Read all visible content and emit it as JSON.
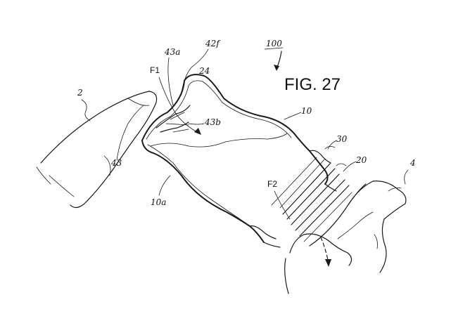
{
  "figure": {
    "title": "FIG. 27",
    "number": "100",
    "labels": {
      "hand": "2",
      "mouth": "4",
      "body": "10",
      "body_lower": "10a",
      "collar": "20",
      "collar_upper": "30",
      "rim": "24",
      "valve_tip": "42f",
      "valve_a": "43a",
      "valve_b": "43b",
      "valve": "43",
      "force_1": "F1",
      "force_2": "F2"
    }
  }
}
